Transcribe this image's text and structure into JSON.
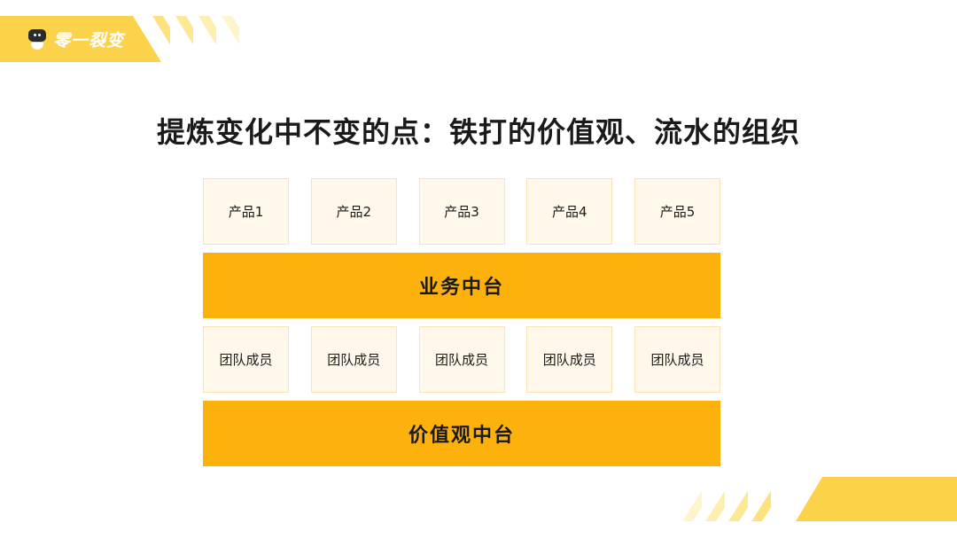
{
  "logo": {
    "brand_text": "零一裂变",
    "icon": "robot-mascot-icon"
  },
  "title": "提炼变化中不变的点：铁打的价值观、流水的组织",
  "diagram": {
    "products": [
      "产品1",
      "产品2",
      "产品3",
      "产品4",
      "产品5"
    ],
    "business_platform": "业务中台",
    "members": [
      "团队成员",
      "团队成员",
      "团队成员",
      "团队成员",
      "团队成员"
    ],
    "values_platform": "价值观中台"
  },
  "colors": {
    "accent_yellow": "#fcd24a",
    "platform_orange": "#fdb10d",
    "cell_fill": "#fff8eb",
    "cell_border": "#fbe3b6"
  }
}
